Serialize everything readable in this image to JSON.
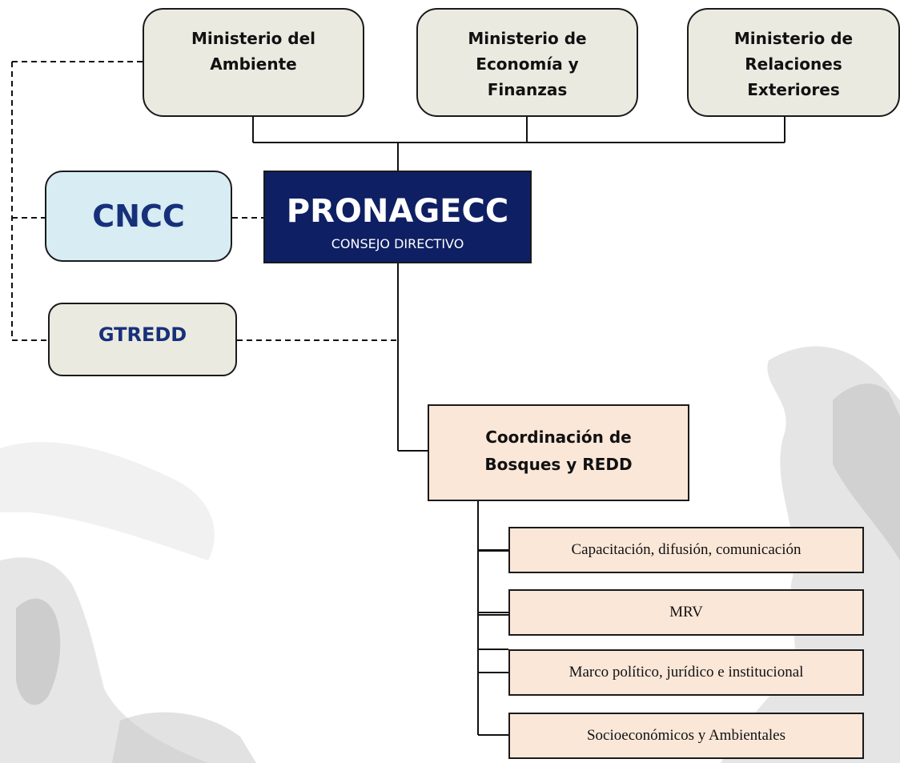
{
  "ministries": [
    {
      "label": "Ministerio del\nAmbiente"
    },
    {
      "label": "Ministerio de\nEconomía y\nFinanzas"
    },
    {
      "label": "Ministerio de\nRelaciones\nExteriores"
    }
  ],
  "cncc": {
    "label": "CNCC"
  },
  "gtredd": {
    "label": "GTREDD"
  },
  "pronagecc": {
    "title": "PRONAGECC",
    "subtitle": "CONSEJO DIRECTIVO"
  },
  "coordination": {
    "label": "Coordinación de\nBosques y REDD"
  },
  "units": [
    {
      "label": "Capacitación, difusión, comunicación"
    },
    {
      "label": "MRV"
    },
    {
      "label": "Marco político, jurídico e  institucional"
    },
    {
      "label": "Socioeconómicos y Ambientales"
    }
  ],
  "colors": {
    "ministry_fill": "#ebeae0",
    "cncc_fill": "#d7ecf3",
    "pronagecc_fill": "#0e1f63",
    "coordination_fill": "#fbe7d8",
    "label_blue": "#17307a"
  }
}
